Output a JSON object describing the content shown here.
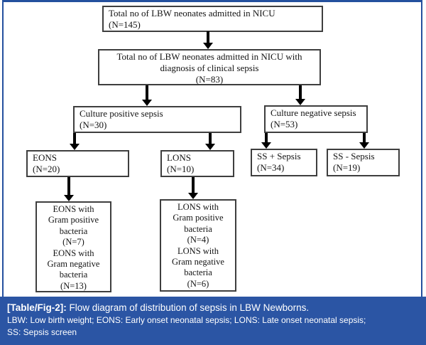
{
  "figure_type": "flow-diagram",
  "nodes": {
    "total_nicu": {
      "text": "Total no of LBW neonates admitted in NICU\n(N=145)"
    },
    "clinical_sepsis": {
      "text": "Total no of LBW neonates admitted in NICU with\ndiagnosis of clinical sepsis\n(N=83)"
    },
    "culture_positive": {
      "text": "Culture positive sepsis\n(N=30)"
    },
    "culture_negative": {
      "text": "Culture negative sepsis\n(N=53)"
    },
    "eons": {
      "text": "EONS\n(N=20)"
    },
    "lons": {
      "text": "LONS\n(N=10)"
    },
    "ss_positive": {
      "text": "SS + Sepsis\n(N=34)"
    },
    "ss_negative": {
      "text": "SS - Sepsis\n(N=19)"
    },
    "eons_detail": {
      "text": "EONS with\nGram positive\nbacteria\n(N=7)\nEONS with\nGram negative\nbacteria\n(N=13)"
    },
    "lons_detail": {
      "text": "LONS with\nGram positive\nbacteria\n(N=4)\nLONS with\nGram negative\nbacteria\n(N=6)"
    }
  },
  "edges": [
    {
      "from": "total_nicu",
      "to": "clinical_sepsis"
    },
    {
      "from": "clinical_sepsis",
      "to": "culture_positive"
    },
    {
      "from": "clinical_sepsis",
      "to": "culture_negative"
    },
    {
      "from": "culture_positive",
      "to": "eons"
    },
    {
      "from": "culture_positive",
      "to": "lons"
    },
    {
      "from": "culture_negative",
      "to": "ss_positive"
    },
    {
      "from": "culture_negative",
      "to": "ss_negative"
    },
    {
      "from": "eons",
      "to": "eons_detail"
    },
    {
      "from": "lons",
      "to": "lons_detail"
    }
  ],
  "caption": {
    "label": "[Table/Fig-2]:",
    "title": " Flow diagram of distribution of sepsis in LBW Newborns.",
    "abbreviations": "LBW: Low birth weight; EONS: Early onset neonatal sepsis; LONS: Late onset neonatal sepsis;\nSS: Sepsis screen"
  },
  "colors": {
    "caption_bg": "#2b55a4",
    "frame_border": "#24509e",
    "box_border": "#3e3e3e",
    "arrow": "#000000",
    "text": "#141414",
    "caption_text": "#ffffff"
  }
}
